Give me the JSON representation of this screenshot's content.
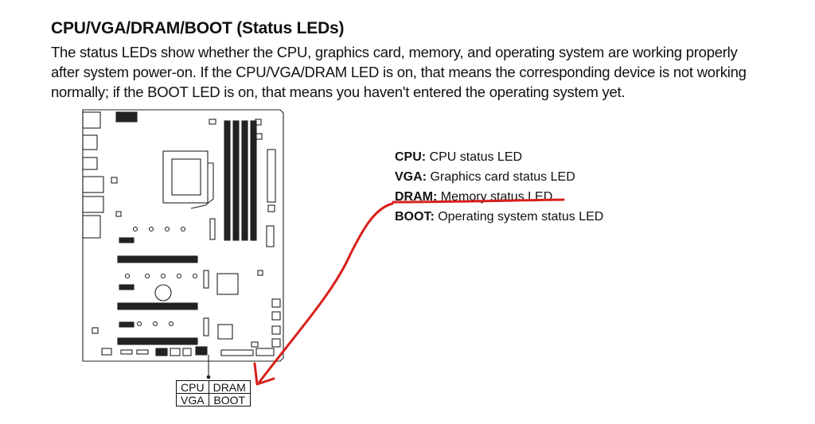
{
  "heading": "CPU/VGA/DRAM/BOOT (Status LEDs)",
  "paragraph": {
    "line1": "The status LEDs show whether the CPU, graphics card, memory, and operating system are working properly",
    "line2": "after system power-on. If the CPU/VGA/DRAM LED is on, that means the corresponding device is not working",
    "line3": "normally; if the BOOT LED is on, that means you haven't entered the operating system yet."
  },
  "leds": [
    {
      "key": "CPU:",
      "desc": "CPU status LED"
    },
    {
      "key": "VGA:",
      "desc": "Graphics card status LED"
    },
    {
      "key": "DRAM:",
      "desc": "Memory status LED"
    },
    {
      "key": "BOOT:",
      "desc": "Operating system status LED"
    }
  ],
  "led_table": [
    [
      "CPU",
      "DRAM"
    ],
    [
      "VGA",
      "BOOT"
    ]
  ],
  "annotation_color": "#d8201c"
}
